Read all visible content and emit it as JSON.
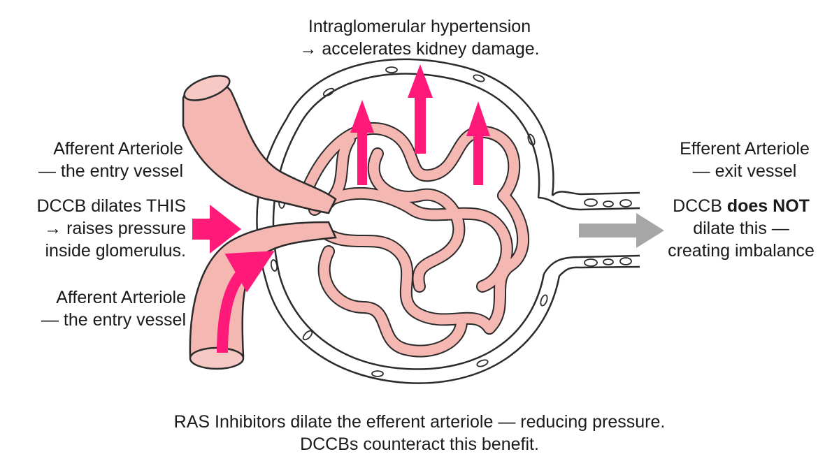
{
  "top_note": {
    "line1": "Intraglomerular hypertension",
    "line2": "→ accelerates kidney damage."
  },
  "left_labels": {
    "afferent_top": {
      "line1": "Afferent Arteriole",
      "line2": "— the entry vessel"
    },
    "dccb_effect": {
      "line1": "DCCB dilates THIS",
      "line2": "→ raises pressure",
      "line3": "inside glomerulus."
    },
    "afferent_bottom": {
      "line1": "Afferent Arteriole",
      "line2": "— the entry vessel"
    }
  },
  "right_labels": {
    "efferent": {
      "line1": "Efferent Arteriole",
      "line2": "— exit vessel"
    },
    "dccb_no_effect": {
      "prefix": "DCCB ",
      "bold": "does NOT",
      "line2": "dilate this —",
      "line3": "creating imbalance"
    }
  },
  "bottom_note": {
    "line1": "RAS Inhibitors dilate the efferent arteriole — reducing pressure.",
    "line2": "DCCBs counteract this benefit."
  },
  "colors": {
    "vessel_fill": "#f4b7b2",
    "vessel_stroke": "#2b2b2b",
    "pressure_arrow": "#ff1a7a",
    "efferent_arrow": "#a6a6a6"
  }
}
